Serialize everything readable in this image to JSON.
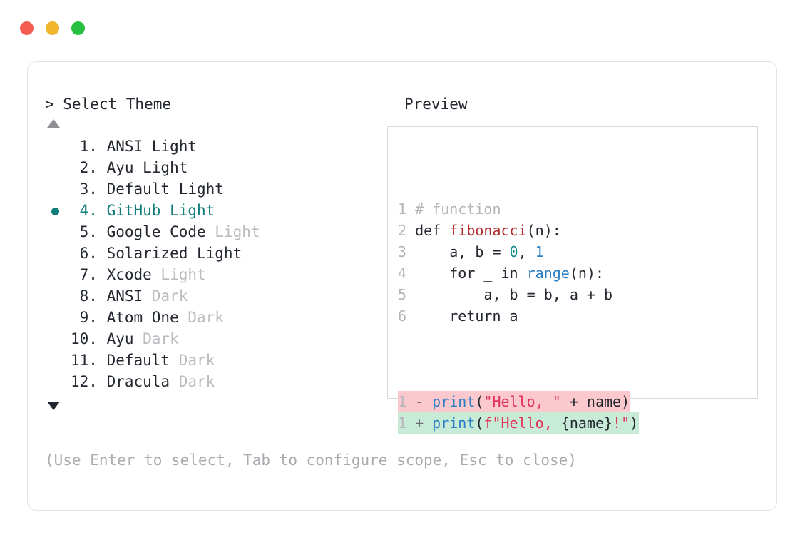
{
  "window": {
    "traffic_lights": [
      {
        "name": "close-button",
        "color": "#f45d52"
      },
      {
        "name": "minimize-button",
        "color": "#f2b52e"
      },
      {
        "name": "maximize-button",
        "color": "#26c03f"
      }
    ]
  },
  "prompt": {
    "title": "> Select Theme",
    "scroll_up_indicator": "▲",
    "scroll_down_indicator": "▼",
    "selected_index": 4,
    "selected_bullet_color": "#0f7d7a",
    "items": [
      {
        "index": "1.",
        "name": "ANSI",
        "variant": "Light",
        "variant_muted": false,
        "selected": false
      },
      {
        "index": "2.",
        "name": "Ayu",
        "variant": "Light",
        "variant_muted": false,
        "selected": false
      },
      {
        "index": "3.",
        "name": "Default",
        "variant": "Light",
        "variant_muted": false,
        "selected": false
      },
      {
        "index": "4.",
        "name": "GitHub",
        "variant": "Light",
        "variant_muted": false,
        "selected": true
      },
      {
        "index": "5.",
        "name": "Google Code",
        "variant": "Light",
        "variant_muted": true,
        "selected": false
      },
      {
        "index": "6.",
        "name": "Solarized",
        "variant": "Light",
        "variant_muted": false,
        "selected": false
      },
      {
        "index": "7.",
        "name": "Xcode",
        "variant": "Light",
        "variant_muted": true,
        "selected": false
      },
      {
        "index": "8.",
        "name": "ANSI",
        "variant": "Dark",
        "variant_muted": true,
        "selected": false
      },
      {
        "index": "9.",
        "name": "Atom One",
        "variant": "Dark",
        "variant_muted": true,
        "selected": false
      },
      {
        "index": "10.",
        "name": "Ayu",
        "variant": "Dark",
        "variant_muted": true,
        "selected": false
      },
      {
        "index": "11.",
        "name": "Default",
        "variant": "Dark",
        "variant_muted": true,
        "selected": false
      },
      {
        "index": "12.",
        "name": "Dracula",
        "variant": "Dark",
        "variant_muted": true,
        "selected": false
      }
    ]
  },
  "preview": {
    "title": "Preview",
    "code_lines": [
      {
        "num": "1",
        "tokens": [
          {
            "t": "# function",
            "c": "tok-comment"
          }
        ]
      },
      {
        "num": "2",
        "tokens": [
          {
            "t": "def ",
            "c": "tok-keyword"
          },
          {
            "t": "fibonacci",
            "c": "tok-fn"
          },
          {
            "t": "(n):",
            "c": "tok-paren"
          }
        ]
      },
      {
        "num": "3",
        "tokens": [
          {
            "t": "    a, b = ",
            "c": "tok-plain"
          },
          {
            "t": "0",
            "c": "tok-num-teal"
          },
          {
            "t": ", ",
            "c": "tok-plain"
          },
          {
            "t": "1",
            "c": "tok-num-blue"
          }
        ]
      },
      {
        "num": "4",
        "tokens": [
          {
            "t": "    for _ in ",
            "c": "tok-plain"
          },
          {
            "t": "range",
            "c": "tok-builtin"
          },
          {
            "t": "(n):",
            "c": "tok-paren"
          }
        ]
      },
      {
        "num": "5",
        "tokens": [
          {
            "t": "        a, b = b, a + b",
            "c": "tok-plain"
          }
        ]
      },
      {
        "num": "6",
        "tokens": [
          {
            "t": "    return a",
            "c": "tok-plain"
          }
        ]
      }
    ],
    "diff_lines": [
      {
        "num": "1",
        "marker": "-",
        "kind": "diff-del",
        "tokens": [
          {
            "t": "print",
            "c": "tok-builtin"
          },
          {
            "t": "(",
            "c": "tok-paren"
          },
          {
            "t": "\"Hello, \"",
            "c": "tok-string"
          },
          {
            "t": " + name",
            "c": "tok-plain"
          },
          {
            "t": ")",
            "c": "tok-paren"
          }
        ]
      },
      {
        "num": "1",
        "marker": "+",
        "kind": "diff-ins",
        "tokens": [
          {
            "t": "print",
            "c": "tok-builtin"
          },
          {
            "t": "(",
            "c": "tok-paren"
          },
          {
            "t": "f\"Hello, ",
            "c": "tok-string"
          },
          {
            "t": "{name}",
            "c": "tok-plain"
          },
          {
            "t": "!\"",
            "c": "tok-string"
          },
          {
            "t": ")",
            "c": "tok-paren"
          }
        ]
      }
    ]
  },
  "hint": "(Use Enter to select, Tab to configure scope, Esc to close)"
}
